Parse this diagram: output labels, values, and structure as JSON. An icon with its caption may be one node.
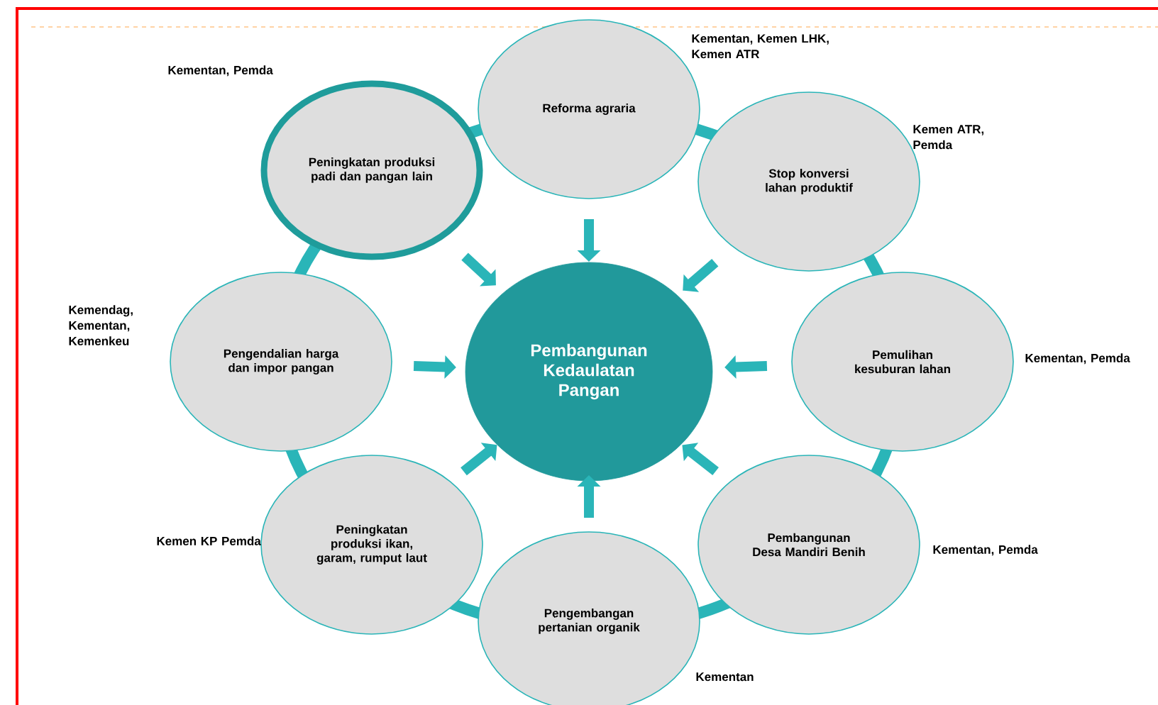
{
  "diagram": {
    "nodes": [
      {
        "text": [
          "Reforma agraria"
        ],
        "beside": [
          "Kementan, Kemen LHK, Kemen ATR"
        ]
      },
      {
        "text": [
          "Peningkatan produksi padi dan pangan lain"
        ],
        "beside": [
          "Kementan, Pemda"
        ]
      },
      {
        "text": [
          "Stop konversi lahan produktif"
        ],
        "beside": [
          "Kemen ATR, Pemda"
        ]
      },
      {
        "text": [
          "Pengendalian harga dan impor pangan"
        ],
        "beside": [
          "Kemendag, Kementan, Kemenkeu"
        ]
      },
      {
        "text": [
          "Pembangunan Kedaulatan Pangan"
        ]
      },
      {
        "text": [
          "Pemulihan kesuburan lahan"
        ],
        "beside": [
          "Kementan, Pemda"
        ]
      },
      {
        "text": [
          "Peningkatan produksi ikan, garam, rumput laut"
        ],
        "beside": [
          "Kemen KP Pemda"
        ]
      },
      {
        "text": [
          "Pembangunan Desa Mandiri Benih"
        ],
        "beside": [
          "Kementan, Pemda"
        ]
      },
      {
        "text": [
          "Pengembangan pertanian organik"
        ],
        "beside": [
          "Kementan"
        ]
      }
    ],
    "edges": [
      {
        "from": 0,
        "to": 4,
        "arrow": "to"
      },
      {
        "from": 2,
        "to": 4,
        "arrow": "to"
      },
      {
        "from": 5,
        "to": 4,
        "arrow": "to"
      },
      {
        "from": 7,
        "to": 4,
        "arrow": "to"
      },
      {
        "from": 8,
        "to": 4,
        "arrow": "to"
      },
      {
        "from": 6,
        "to": 4,
        "arrow": "to"
      },
      {
        "from": 3,
        "to": 4,
        "arrow": "to"
      },
      {
        "from": 1,
        "to": 4,
        "arrow": "to"
      }
    ]
  }
}
